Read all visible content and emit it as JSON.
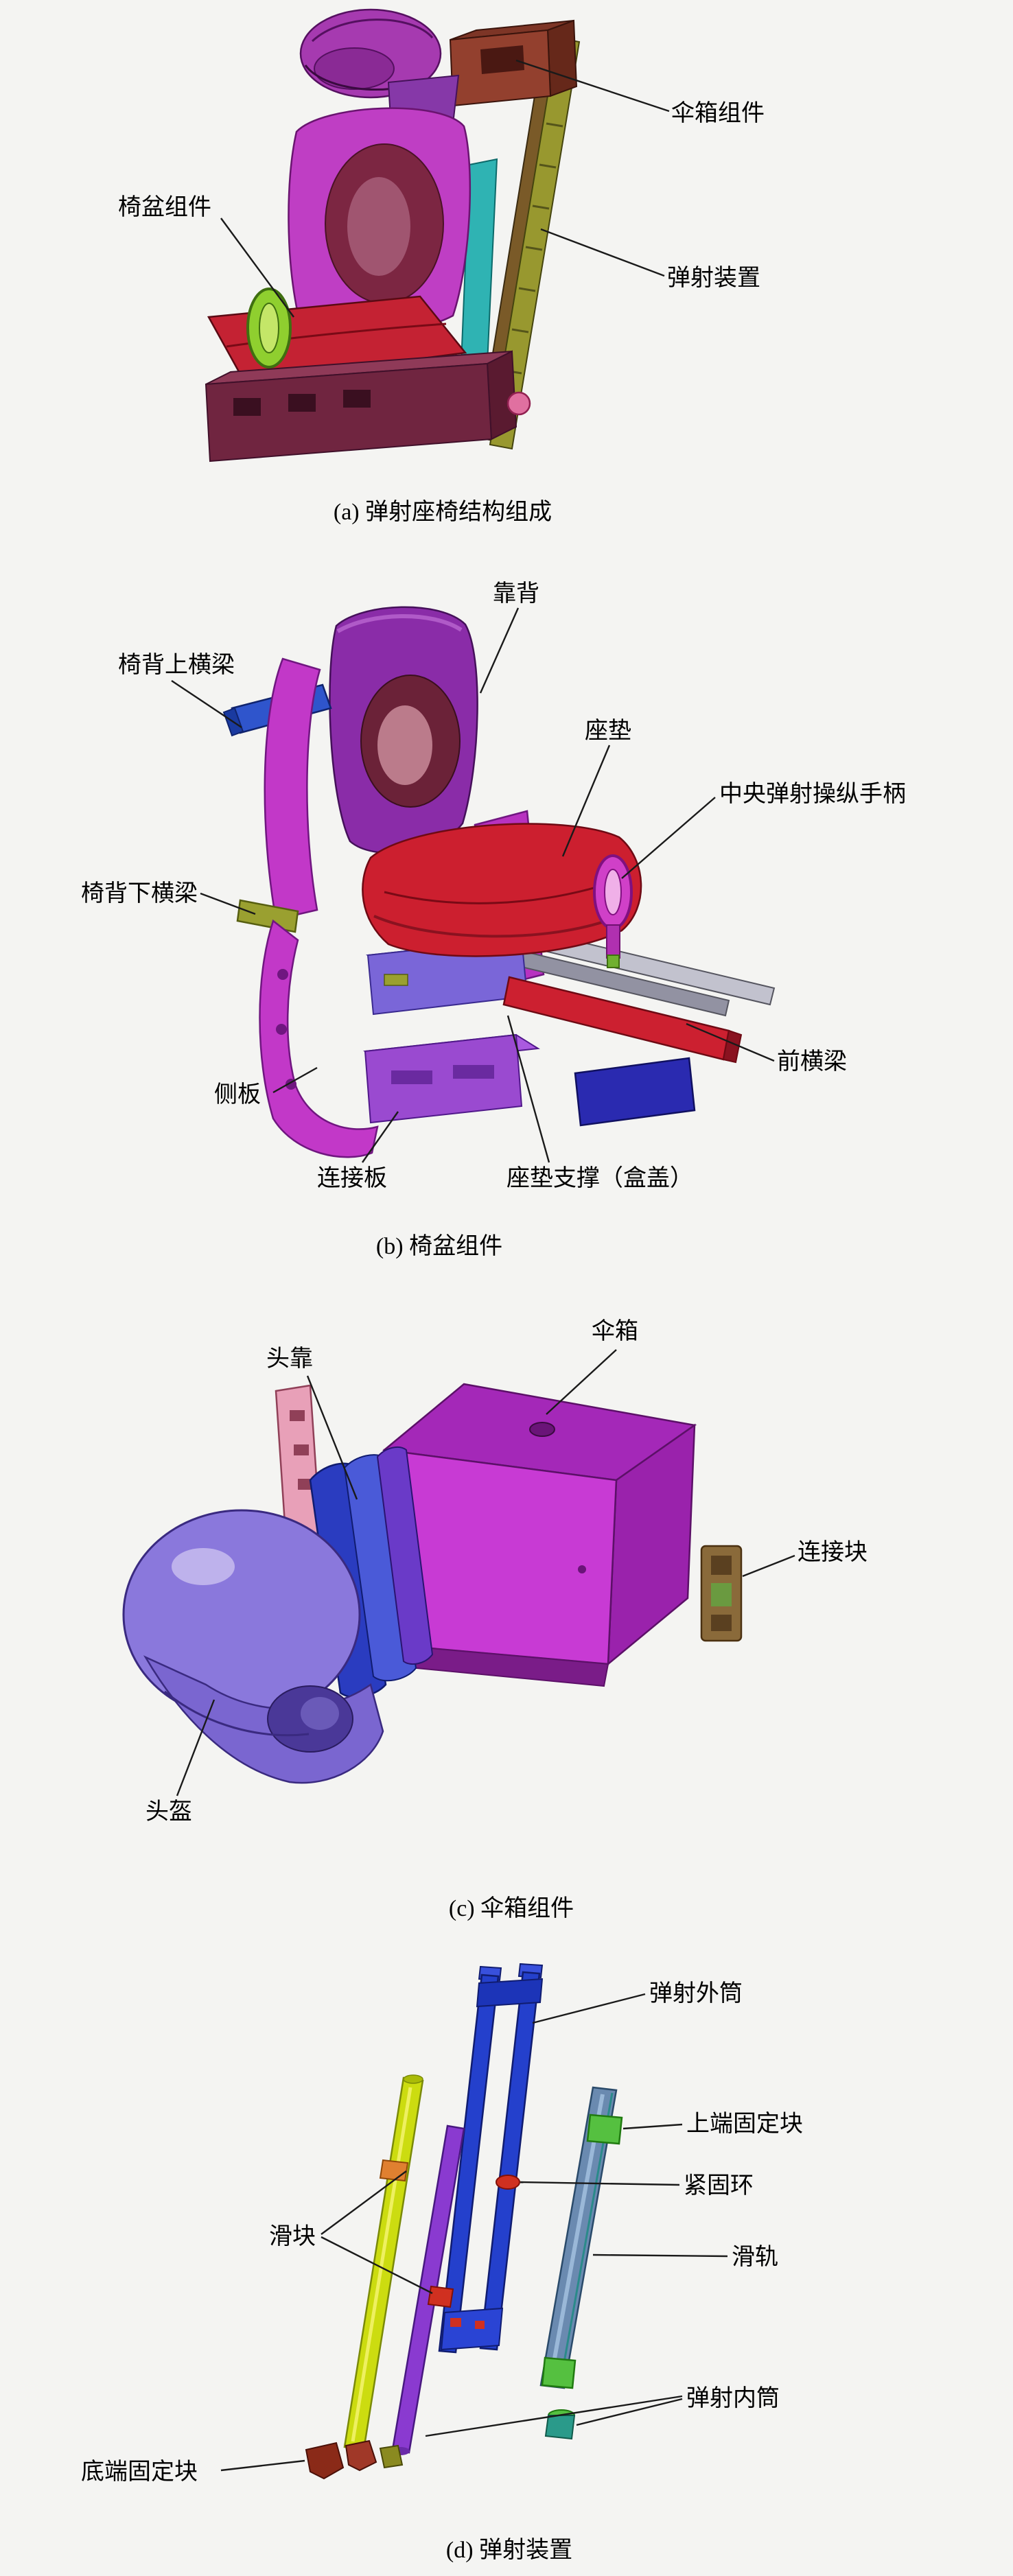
{
  "panels": [
    {
      "caption": "(a) 弹射座椅结构组成",
      "labels": [
        "伞箱组件",
        "椅盆组件",
        "弹射装置"
      ]
    },
    {
      "caption": "(b) 椅盆组件",
      "labels": [
        "靠背",
        "椅背上横梁",
        "座垫",
        "中央弹射操纵手柄",
        "椅背下横梁",
        "前横梁",
        "侧板",
        "连接板",
        "座垫支撑（盒盖）"
      ]
    },
    {
      "caption": "(c) 伞箱组件",
      "labels": [
        "头靠",
        "伞箱",
        "连接块",
        "头盔"
      ]
    },
    {
      "caption": "(d) 弹射装置",
      "labels": [
        "弹射外筒",
        "上端固定块",
        "紧固环",
        "滑块",
        "滑轨",
        "弹射内筒",
        "底端固定块"
      ]
    }
  ],
  "colors": {
    "background": "#f4f4f2",
    "label_text": "#000000",
    "leader_line": "#1a1a1a",
    "magenta_part": "#c238c8",
    "purple_part": "#8a78dc",
    "violet_part": "#7a66d8",
    "red_part": "#cc2030",
    "blue_part": "#2440cc",
    "olive_part": "#9aa030",
    "yellow_green_part": "#ccdc10",
    "green_part": "#55c040",
    "steel_blue_part": "#6a8ab0",
    "brown_part": "#93402e",
    "pink_part": "#e8a0b8"
  }
}
